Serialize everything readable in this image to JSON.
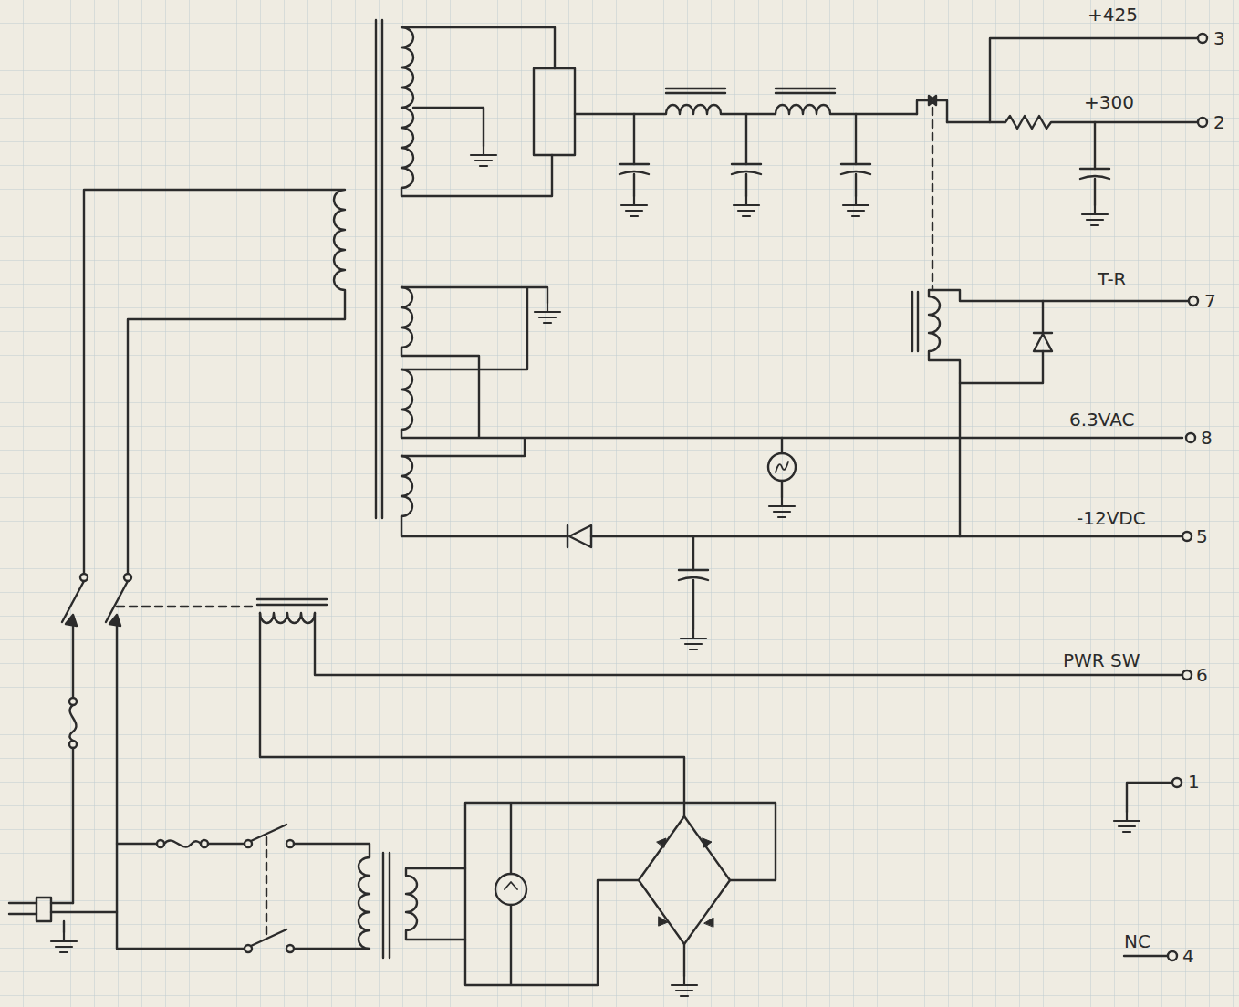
{
  "diagram": {
    "labels": [
      "+425",
      "3",
      "+300",
      "2",
      "T-R",
      "7",
      "6.3VAC",
      "8",
      "-12VDC",
      "5",
      "PWR SW",
      "6",
      "1",
      "NC",
      "4"
    ]
  }
}
